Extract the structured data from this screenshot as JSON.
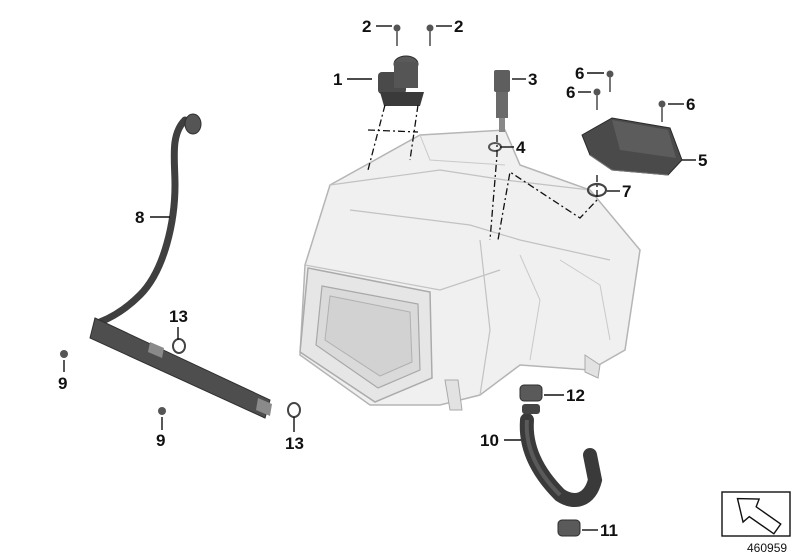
{
  "callouts": {
    "c1": "1",
    "c2a": "2",
    "c2b": "2",
    "c3": "3",
    "c4": "4",
    "c5": "5",
    "c6a": "6",
    "c6b": "6",
    "c6c": "6",
    "c7": "7",
    "c8": "8",
    "c9a": "9",
    "c9b": "9",
    "c10": "10",
    "c11": "11",
    "c12": "12",
    "c13a": "13",
    "c13b": "13"
  },
  "diagram_id": "460959",
  "colors": {
    "housing_fill": "#f0f0f0",
    "housing_stroke": "#b5b5b5",
    "part_dark": "#3c3c3c",
    "part_mid": "#6a6a6a",
    "text": "#111111"
  }
}
